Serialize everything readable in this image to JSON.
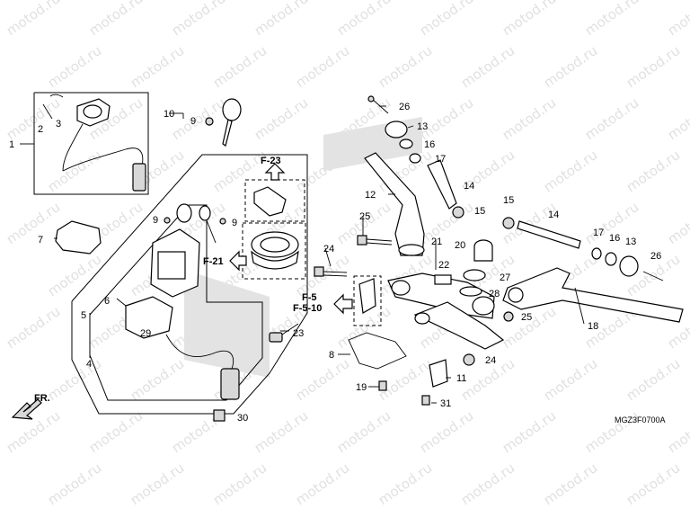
{
  "watermark": "motod.ru",
  "diagram_code": "MGZ3F0700A",
  "direction_label": "FR.",
  "references": {
    "f23": "F-23",
    "f21": "F-21",
    "f5": "F-5",
    "f510": "F-5-10"
  },
  "callouts": [
    "1",
    "2",
    "3",
    "4",
    "5",
    "6",
    "7",
    "8",
    "9",
    "9",
    "9",
    "10",
    "11",
    "12",
    "13",
    "13",
    "14",
    "14",
    "15",
    "15",
    "16",
    "16",
    "17",
    "17",
    "18",
    "19",
    "20",
    "21",
    "22",
    "23",
    "24",
    "24",
    "25",
    "25",
    "26",
    "26",
    "27",
    "28",
    "29",
    "30",
    "31"
  ]
}
